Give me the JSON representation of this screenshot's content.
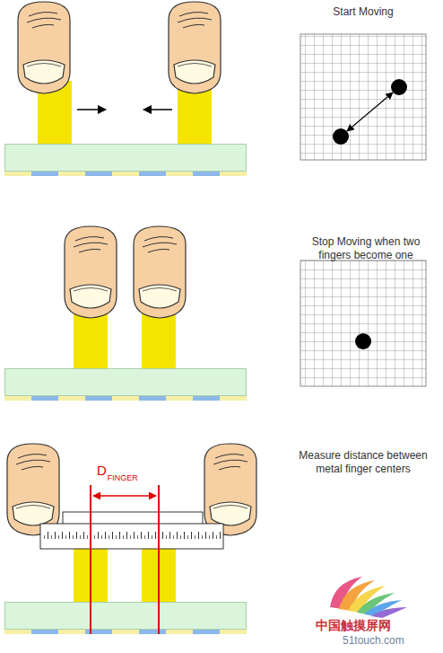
{
  "diagram": {
    "labels": [
      "Start Moving",
      "Stop Moving when two fingers become one",
      "Measure distance between metal finger centers",
      "D",
      "FINGER",
      "中国触摸屏网",
      "51touch.com"
    ]
  }
}
